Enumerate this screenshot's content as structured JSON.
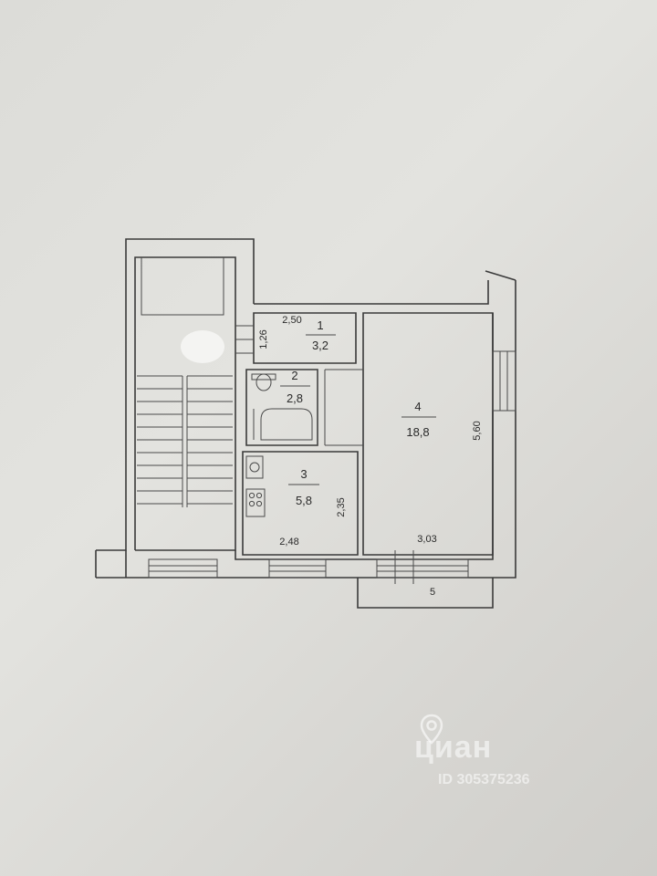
{
  "rooms": [
    {
      "number": "1",
      "area": "3,2"
    },
    {
      "number": "2",
      "area": "2,8"
    },
    {
      "number": "3",
      "area": "5,8"
    },
    {
      "number": "4",
      "area": "18,8"
    }
  ],
  "dimensions": {
    "hall_width": "2,50",
    "hall_depth": "1,26",
    "kitchen_width": "2,48",
    "kitchen_depth": "2,35",
    "room_width": "3,03",
    "room_depth": "5,60",
    "balcony": "5"
  },
  "watermark": {
    "brand": "циан",
    "listing_id": "ID 305375236"
  },
  "icons": [
    "location-pin-icon",
    "toilet-icon",
    "bathtub-icon",
    "sink-icon",
    "stove-icon",
    "window-icon",
    "stairs-icon"
  ]
}
